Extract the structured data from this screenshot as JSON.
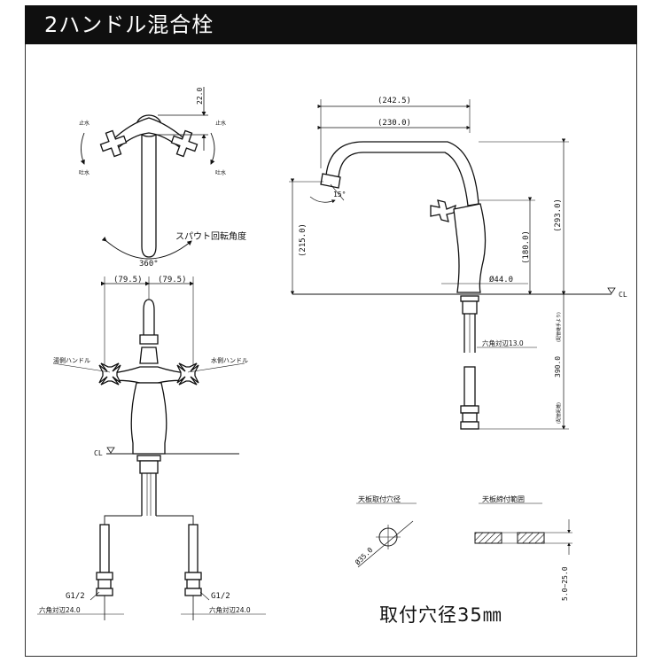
{
  "title": "2ハンドル混合栓",
  "top_view": {
    "dim_height": "22.0",
    "hot_label_top": "止水",
    "hot_label_bottom": "吐水",
    "cold_label_top": "止水",
    "cold_label_bottom": "吐水",
    "spout_rotation_label": "スパウト回転角度",
    "rotation_angle": "360°"
  },
  "front_view": {
    "dim_left": "(79.5)",
    "dim_right": "(79.5)",
    "hot_handle": "湯側ハンドル",
    "cold_handle": "水側ハンドル",
    "cl": "CL",
    "thread_left": "G1/2",
    "thread_right": "G1/2",
    "hex_left": "六角対辺24.0",
    "hex_right": "六角対辺24.0"
  },
  "side_view": {
    "dim_242": "(242.5)",
    "dim_230": "(230.0)",
    "dim_215": "(215.0)",
    "dim_293": "(293.0)",
    "dim_180": "(180.0)",
    "angle": "15°",
    "diameter": "Ø44.0",
    "cl": "CL",
    "hex_13": "六角対辺13.0",
    "dim_390": "390.0",
    "dim_390_note": "(配管継手より)",
    "dim_390_prefix": "(配管距離)"
  },
  "hole_detail": {
    "label": "天板取付穴径",
    "diameter": "Ø35.0"
  },
  "range_detail": {
    "label": "天板締付範囲",
    "range": "5.0~25.0"
  },
  "hole_size_label": "取付穴径35㎜"
}
